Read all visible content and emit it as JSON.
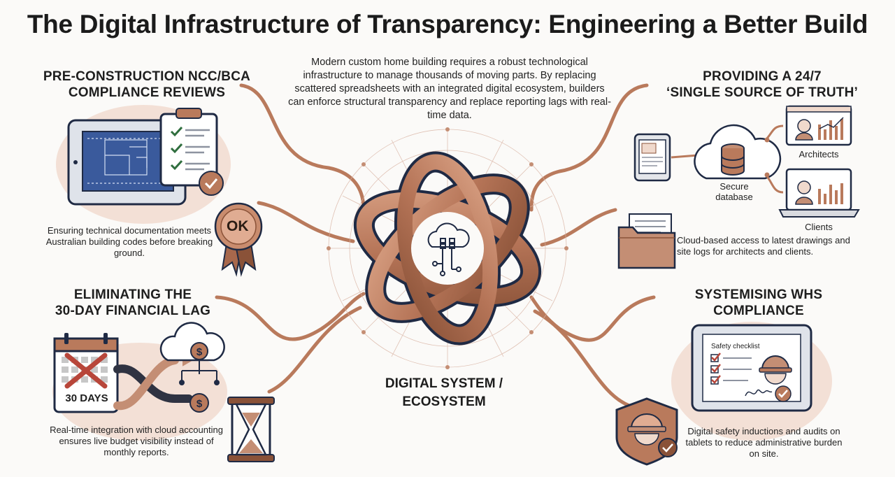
{
  "title": "The Digital Infrastructure of Transparency: Engineering a Better Build",
  "intro": "Modern custom home building requires a robust technological infrastructure to manage thousands of moving parts. By replacing scattered spreadsheets with an integrated digital ecosystem, builders can enforce structural transparency and replace reporting lags with real-time data.",
  "center": {
    "line1": "DIGITAL SYSTEM /",
    "line2": "ECOSYSTEM"
  },
  "sections": {
    "compliance": {
      "title_line1": "PRE-CONSTRUCTION NCC/BCA",
      "title_line2": "COMPLIANCE REVIEWS",
      "caption": "Ensuring technical documentation meets Australian building codes before breaking ground.",
      "badge": "OK"
    },
    "financial": {
      "title_line1": "ELIMINATING THE",
      "title_line2": "30-DAY FINANCIAL LAG",
      "caption": "Real-time integration with cloud accounting ensures live budget visibility instead of monthly reports.",
      "calendar_label": "30 DAYS"
    },
    "truth": {
      "title_line1": "PROVIDING A 24/7",
      "title_line2": "‘SINGLE SOURCE OF TRUTH’",
      "caption": "Cloud-based access to latest drawings and site logs for architects and clients.",
      "database_label": "Secure database",
      "architects_label": "Architects",
      "clients_label": "Clients"
    },
    "whs": {
      "title_line1": "SYSTEMISING WHS",
      "title_line2": "COMPLIANCE",
      "caption": "Digital safety inductions and audits on tablets to reduce administrative burden on site.",
      "checklist_title": "Safety checklist"
    }
  },
  "colors": {
    "copper": "#b97a5c",
    "copper_dark": "#8a5238",
    "navy": "#1f2a44",
    "blueprint": "#3a5a9c",
    "check_green": "#2f6e3e",
    "cross_red": "#b8463a"
  },
  "icons": [
    "clipboard-icon",
    "blueprint-tablet-icon",
    "ok-badge-icon",
    "calendar-icon",
    "cloud-dollar-icon",
    "hourglass-icon",
    "tablet-doc-icon",
    "cloud-database-icon",
    "folder-icon",
    "laptop-icon",
    "safety-tablet-icon",
    "shield-hardhat-icon",
    "cloud-network-icon"
  ]
}
